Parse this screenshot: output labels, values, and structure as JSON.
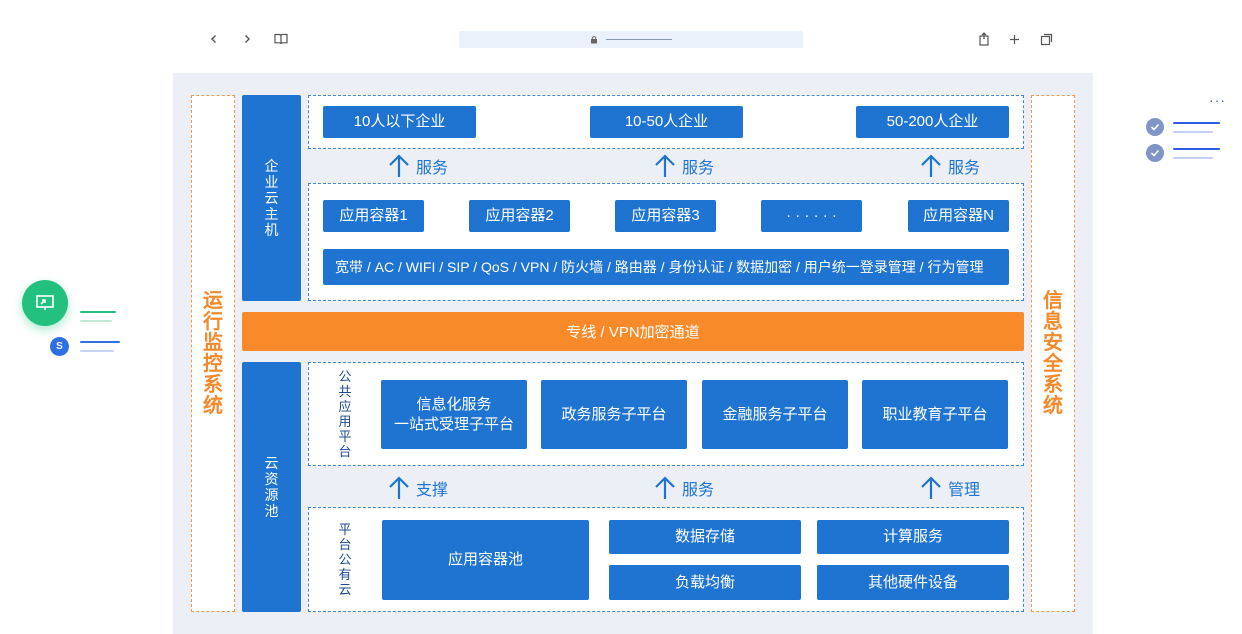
{
  "side_left": "运行监控系统",
  "side_right": "信息安全系统",
  "top_section": {
    "label": "企业云主机",
    "tiers": [
      "10人以下企业",
      "10-50人企业",
      "50-200人企业"
    ],
    "arrows": [
      "服务",
      "服务",
      "服务"
    ],
    "containers": [
      "应用容器1",
      "应用容器2",
      "应用容器3",
      "· · · · · ·",
      "应用容器N"
    ],
    "features": "宽带 / AC / WIFI / SIP / QoS / VPN / 防火墙 / 路由器 / 身份认证 / 数据加密 / 用户统一登录管理 / 行为管理"
  },
  "channel": "专线 / VPN加密通道",
  "bottom_section": {
    "label": "云资源池",
    "public_app_label": "公共应用平台",
    "platforms": [
      {
        "line1": "信息化服务",
        "line2": "一站式受理子平台"
      },
      {
        "line1": "政务服务子平台",
        "line2": ""
      },
      {
        "line1": "金融服务子平台",
        "line2": ""
      },
      {
        "line1": "职业教育子平台",
        "line2": ""
      }
    ],
    "arrows": [
      "支撑",
      "服务",
      "管理"
    ],
    "public_cloud_label": "平台公有云",
    "pool": "应用容器池",
    "services": [
      "数据存储",
      "计算服务",
      "负载均衡",
      "其他硬件设备"
    ]
  },
  "deco": {
    "right_dots": "···",
    "left_avatar": "S"
  },
  "colors": {
    "primary": "#1f74d1",
    "accent": "#f98a2a",
    "side_text": "#f38a2c",
    "frame_bg": "#eceff6",
    "green": "#22c17f"
  }
}
